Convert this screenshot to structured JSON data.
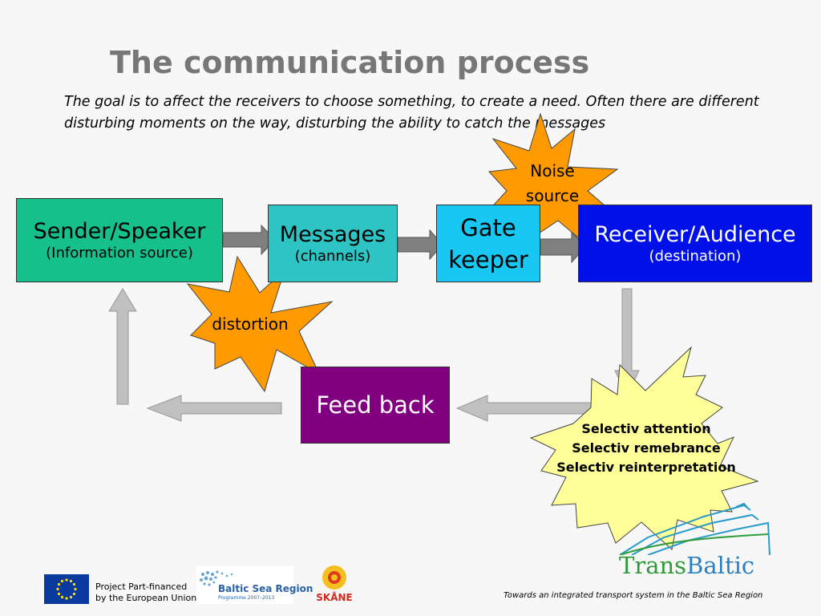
{
  "title": "The communication process",
  "intro": "The goal is to affect the receivers to choose something, to create a need. Often there are different disturbing moments on the way, disturbing the ability to catch the messages",
  "nodes": {
    "sender": {
      "main": "Sender/Speaker",
      "sub": "(Information source)"
    },
    "messages": {
      "main": "Messages",
      "sub": "(channels)"
    },
    "gate": {
      "line1": "Gate",
      "line2": "keeper"
    },
    "receiver": {
      "main": "Receiver/Audience",
      "sub": "(destination)"
    },
    "feedback": {
      "main": "Feed back"
    }
  },
  "bursts": {
    "noise": {
      "line1": "Noise",
      "line2": "source"
    },
    "distortion": {
      "label": "distortion"
    },
    "selective": {
      "line1": "Selectiv attention",
      "line2": "Selectiv remebrance",
      "line3": "Selectiv reinterpretation"
    }
  },
  "footer": {
    "eu_line1": "Project Part-financed",
    "eu_line2": "by the European Union",
    "bsr_name": "Baltic Sea Region",
    "bsr_sub": "Programme 2007–2013",
    "skane": "SKÅNE",
    "transbaltic_trans": "Trans",
    "transbaltic_baltic": "Baltic",
    "tagline": "Towards an integrated transport system in the Baltic Sea Region"
  },
  "colors": {
    "sender": "#16c08a",
    "messages": "#2ec4c4",
    "gate": "#19c8f2",
    "receiver": "#0010e8",
    "feedback": "#800080",
    "burst_orange": "#ff9a00",
    "burst_yellow": "#ffff99",
    "arrow_dark": "#808080",
    "arrow_light": "#c0c0c0"
  }
}
